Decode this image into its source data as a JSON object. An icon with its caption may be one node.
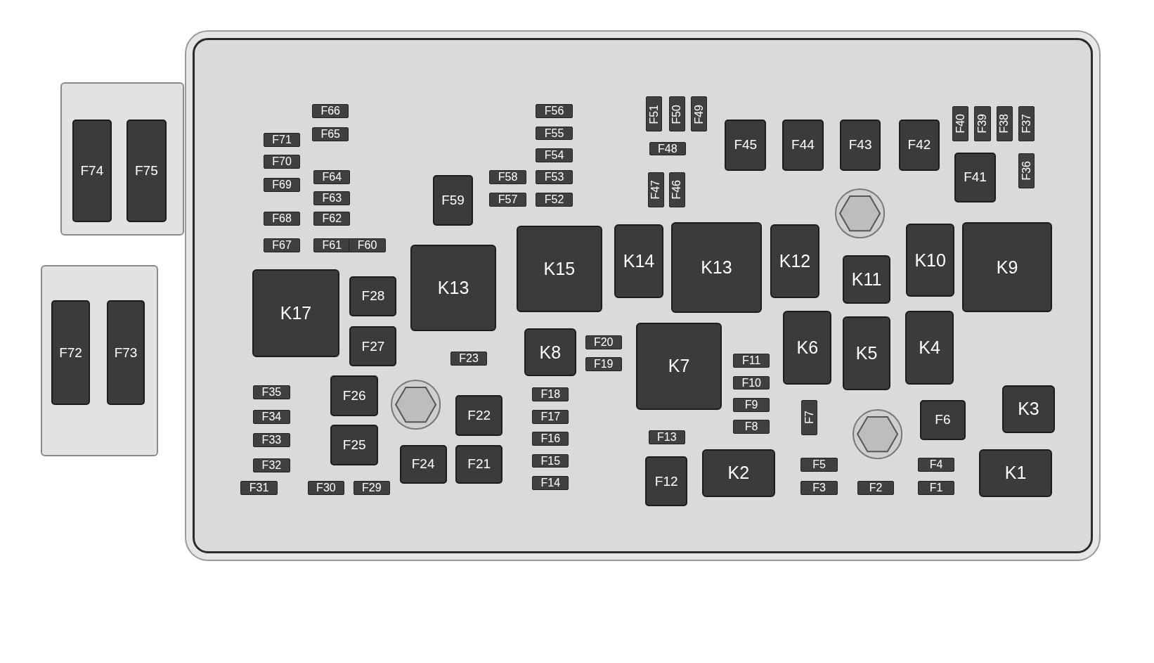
{
  "diagram": {
    "nodes": [
      {
        "text": [],
        "shape": "box"
      },
      {
        "text": [],
        "shape": "box"
      },
      {
        "text": [],
        "shape": "box"
      },
      {
        "text": [
          "F74"
        ],
        "in": 1
      },
      {
        "text": [
          "F75"
        ],
        "in": 1
      },
      {
        "text": [
          "F72"
        ],
        "in": 2
      },
      {
        "text": [
          "F73"
        ],
        "in": 2
      },
      {
        "text": [
          "F66"
        ],
        "in": 0
      },
      {
        "text": [
          "F65"
        ],
        "in": 0
      },
      {
        "text": [
          "F71"
        ],
        "in": 0
      },
      {
        "text": [
          "F70"
        ],
        "in": 0
      },
      {
        "text": [
          "F69"
        ],
        "in": 0
      },
      {
        "text": [
          "F64"
        ],
        "in": 0
      },
      {
        "text": [
          "F63"
        ],
        "in": 0
      },
      {
        "text": [
          "F62"
        ],
        "in": 0
      },
      {
        "text": [
          "F68"
        ],
        "in": 0
      },
      {
        "text": [
          "F67"
        ],
        "in": 0
      },
      {
        "text": [
          "F61"
        ],
        "in": 0
      },
      {
        "text": [
          "F60"
        ],
        "in": 0
      },
      {
        "text": [
          "F56"
        ],
        "in": 0
      },
      {
        "text": [
          "F55"
        ],
        "in": 0
      },
      {
        "text": [
          "F54"
        ],
        "in": 0
      },
      {
        "text": [
          "F53"
        ],
        "in": 0
      },
      {
        "text": [
          "F52"
        ],
        "in": 0
      },
      {
        "text": [
          "F58"
        ],
        "in": 0
      },
      {
        "text": [
          "F57"
        ],
        "in": 0
      },
      {
        "text": [
          "F59"
        ],
        "in": 0
      },
      {
        "text": [
          "F51"
        ],
        "in": 0
      },
      {
        "text": [
          "F50"
        ],
        "in": 0
      },
      {
        "text": [
          "F49"
        ],
        "in": 0
      },
      {
        "text": [
          "F48"
        ],
        "in": 0
      },
      {
        "text": [
          "F47"
        ],
        "in": 0
      },
      {
        "text": [
          "F46"
        ],
        "in": 0
      },
      {
        "text": [
          "F45"
        ],
        "in": 0
      },
      {
        "text": [
          "F44"
        ],
        "in": 0
      },
      {
        "text": [
          "F43"
        ],
        "in": 0
      },
      {
        "text": [
          "F42"
        ],
        "in": 0
      },
      {
        "text": [
          "F40"
        ],
        "in": 0
      },
      {
        "text": [
          "F39"
        ],
        "in": 0
      },
      {
        "text": [
          "F38"
        ],
        "in": 0
      },
      {
        "text": [
          "F37"
        ],
        "in": 0
      },
      {
        "text": [
          "F36"
        ],
        "in": 0
      },
      {
        "text": [
          "F41"
        ],
        "in": 0
      },
      {
        "text": [
          "K17"
        ],
        "in": 0
      },
      {
        "text": [
          "F28"
        ],
        "in": 0
      },
      {
        "text": [
          "F27"
        ],
        "in": 0
      },
      {
        "text": [
          "K13"
        ],
        "in": 0
      },
      {
        "text": [
          "F23"
        ],
        "in": 0
      },
      {
        "text": [
          "K15"
        ],
        "in": 0
      },
      {
        "text": [
          "K14"
        ],
        "in": 0
      },
      {
        "text": [
          "K13"
        ],
        "in": 0
      },
      {
        "text": [
          "K12"
        ],
        "in": 0
      },
      {
        "text": [
          "K11"
        ],
        "in": 0
      },
      {
        "text": [
          "K10"
        ],
        "in": 0
      },
      {
        "text": [
          "K9"
        ],
        "in": 0
      },
      {
        "text": [
          "K8"
        ],
        "in": 0
      },
      {
        "text": [
          "F20"
        ],
        "in": 0
      },
      {
        "text": [
          "F19"
        ],
        "in": 0
      },
      {
        "text": [
          "K7"
        ],
        "in": 0
      },
      {
        "text": [
          "F11"
        ],
        "in": 0
      },
      {
        "text": [
          "F10"
        ],
        "in": 0
      },
      {
        "text": [
          "F9"
        ],
        "in": 0
      },
      {
        "text": [
          "F8"
        ],
        "in": 0
      },
      {
        "text": [
          "K6"
        ],
        "in": 0
      },
      {
        "text": [
          "K5"
        ],
        "in": 0
      },
      {
        "text": [
          "K4"
        ],
        "in": 0
      },
      {
        "text": [
          "K3"
        ],
        "in": 0
      },
      {
        "text": [
          "F6"
        ],
        "in": 0
      },
      {
        "text": [
          "F7"
        ],
        "in": 0
      },
      {
        "text": [
          "F26"
        ],
        "in": 0
      },
      {
        "text": [
          "F25"
        ],
        "in": 0
      },
      {
        "text": [
          "F22"
        ],
        "in": 0
      },
      {
        "text": [
          "F24"
        ],
        "in": 0
      },
      {
        "text": [
          "F21"
        ],
        "in": 0
      },
      {
        "text": [
          "F18"
        ],
        "in": 0
      },
      {
        "text": [
          "F17"
        ],
        "in": 0
      },
      {
        "text": [
          "F16"
        ],
        "in": 0
      },
      {
        "text": [
          "F15"
        ],
        "in": 0
      },
      {
        "text": [
          "F14"
        ],
        "in": 0
      },
      {
        "text": [
          "F35"
        ],
        "in": 0
      },
      {
        "text": [
          "F34"
        ],
        "in": 0
      },
      {
        "text": [
          "F33"
        ],
        "in": 0
      },
      {
        "text": [
          "F32"
        ],
        "in": 0
      },
      {
        "text": [
          "F31"
        ],
        "in": 0
      },
      {
        "text": [
          "F30"
        ],
        "in": 0
      },
      {
        "text": [
          "F29"
        ],
        "in": 0
      },
      {
        "text": [
          "F13"
        ],
        "in": 0
      },
      {
        "text": [
          "F12"
        ],
        "in": 0
      },
      {
        "text": [
          "K2"
        ],
        "in": 0
      },
      {
        "text": [
          "F5"
        ],
        "in": 0
      },
      {
        "text": [
          "F3"
        ],
        "in": 0
      },
      {
        "text": [
          "F2"
        ],
        "in": 0
      },
      {
        "text": [
          "F4"
        ],
        "in": 0
      },
      {
        "text": [
          "F1"
        ],
        "in": 0
      },
      {
        "text": [
          "K1"
        ],
        "in": 0
      }
    ]
  }
}
